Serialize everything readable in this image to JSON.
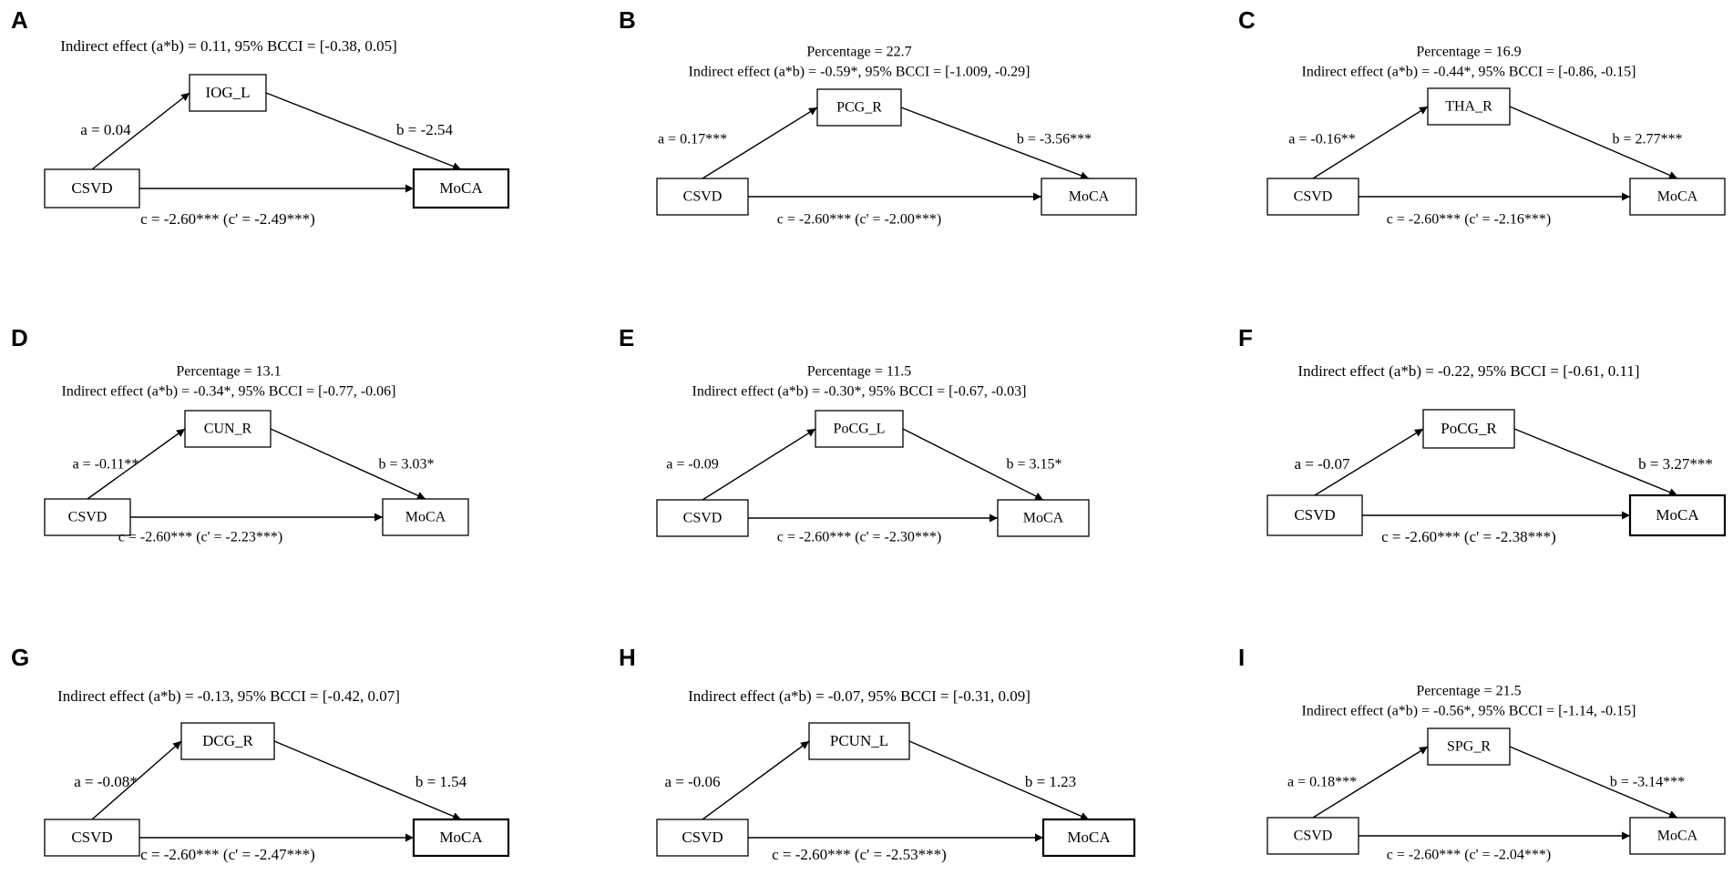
{
  "panels": [
    {
      "letter": "A",
      "percentage": "",
      "indirect": "Indirect effect (a*b) = 0.11, 95% BCCI =  [-0.38, 0.05]",
      "mediator": "IOG_L",
      "a": "a = 0.04",
      "b": "b = -2.54",
      "c": "c = -2.60*** (c' = -2.49***)",
      "x": "CSVD",
      "y": "MoCA"
    },
    {
      "letter": "B",
      "percentage": "Percentage = 22.7",
      "indirect": "Indirect effect (a*b) = -0.59*, 95% BCCI =  [-1.009, -0.29]",
      "mediator": "PCG_R",
      "a": "a = 0.17***",
      "b": "b = -3.56***",
      "c": "c = -2.60*** (c' = -2.00***)",
      "x": "CSVD",
      "y": "MoCA"
    },
    {
      "letter": "C",
      "percentage": "Percentage = 16.9",
      "indirect": "Indirect effect (a*b) = -0.44*, 95% BCCI =  [-0.86, -0.15]",
      "mediator": "THA_R",
      "a": "a = -0.16**",
      "b": "b = 2.77***",
      "c": "c = -2.60*** (c' = -2.16***)",
      "x": "CSVD",
      "y": "MoCA"
    },
    {
      "letter": "D",
      "percentage": "Percentage = 13.1",
      "indirect": "Indirect effect (a*b) = -0.34*, 95% BCCI =  [-0.77, -0.06]",
      "mediator": "CUN_R",
      "a": "a = -0.11**",
      "b": "b = 3.03*",
      "c": "c = -2.60*** (c' = -2.23***)",
      "x": "CSVD",
      "y": "MoCA"
    },
    {
      "letter": "E",
      "percentage": "Percentage = 11.5",
      "indirect": "Indirect effect (a*b) = -0.30*, 95% BCCI =  [-0.67, -0.03]",
      "mediator": "PoCG_L",
      "a": "a = -0.09",
      "b": "b = 3.15*",
      "c": "c = -2.60*** (c' = -2.30***)",
      "x": "CSVD",
      "y": "MoCA"
    },
    {
      "letter": "F",
      "percentage": "",
      "indirect": "Indirect effect (a*b) = -0.22, 95% BCCI =  [-0.61, 0.11]",
      "mediator": "PoCG_R",
      "a": "a = -0.07",
      "b": "b = 3.27***",
      "c": "c = -2.60*** (c' = -2.38***)",
      "x": "CSVD",
      "y": "MoCA"
    },
    {
      "letter": "G",
      "percentage": "",
      "indirect": "Indirect effect (a*b) = -0.13, 95% BCCI =  [-0.42, 0.07]",
      "mediator": "DCG_R",
      "a": "a = -0.08*",
      "b": "b = 1.54",
      "c": "c = -2.60*** (c' = -2.47***)",
      "x": "CSVD",
      "y": "MoCA"
    },
    {
      "letter": "H",
      "percentage": "",
      "indirect": "Indirect effect (a*b) = -0.07, 95% BCCI =  [-0.31, 0.09]",
      "mediator": "PCUN_L",
      "a": "a = -0.06",
      "b": "b = 1.23",
      "c": "c = -2.60*** (c' = -2.53***)",
      "x": "CSVD",
      "y": "MoCA"
    },
    {
      "letter": "I",
      "percentage": "Percentage = 21.5",
      "indirect": "Indirect effect (a*b) = -0.56*, 95% BCCI =  [-1.14, -0.15]",
      "mediator": "SPG_R",
      "a": "a = 0.18***",
      "b": "b = -3.14***",
      "c": "c = -2.60*** (c' = -2.04***)",
      "x": "CSVD",
      "y": "MoCA"
    }
  ]
}
